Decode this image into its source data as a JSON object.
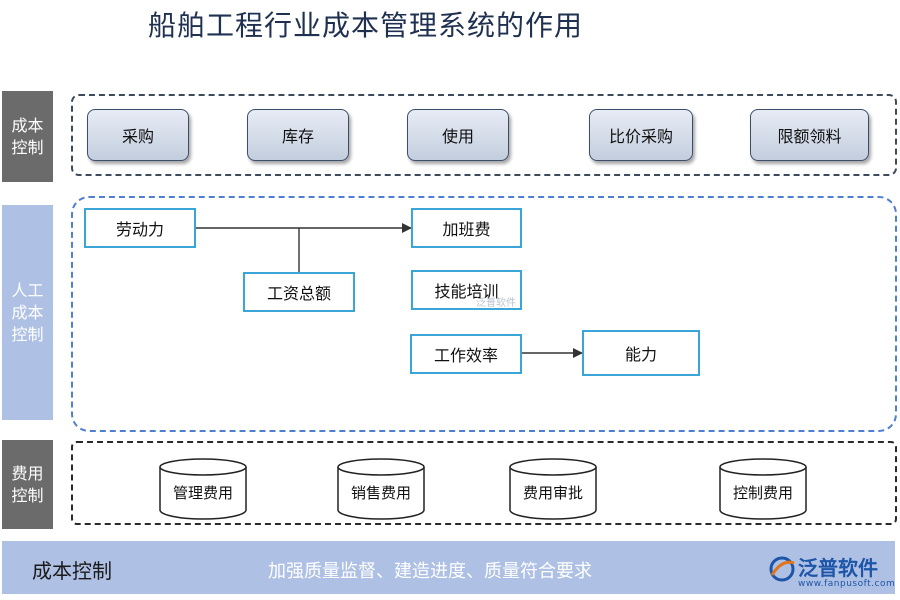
{
  "title": "船舶工程行业成本管理系统的作用",
  "sections": {
    "cost_control": {
      "label": "成本控制",
      "items": [
        "采购",
        "库存",
        "使用",
        "比价采购",
        "限额领料"
      ]
    },
    "labor_cost_control": {
      "label": "人工成本控制",
      "nodes": {
        "labor": "劳动力",
        "total_wage": "工资总额",
        "overtime": "加班费",
        "skill_training": "技能培训",
        "work_efficiency": "工作效率",
        "ability": "能力"
      }
    },
    "expense_control": {
      "label": "费用控制",
      "items": [
        "管理费用",
        "销售费用",
        "费用审批",
        "控制费用"
      ]
    }
  },
  "bottom_bar": {
    "left_label": "成本控制",
    "center_text": "加强质量监督、建造进度、质量符合要求"
  },
  "logo": {
    "name": "泛普软件",
    "url": "www.fanpusoft.com"
  },
  "watermark": "泛普软件",
  "colors": {
    "dark_sidebar": "#6b6b6b",
    "light_sidebar": "#aec0e4",
    "box_border": "#3aa6d8",
    "accent_blue": "#1d55a8"
  }
}
